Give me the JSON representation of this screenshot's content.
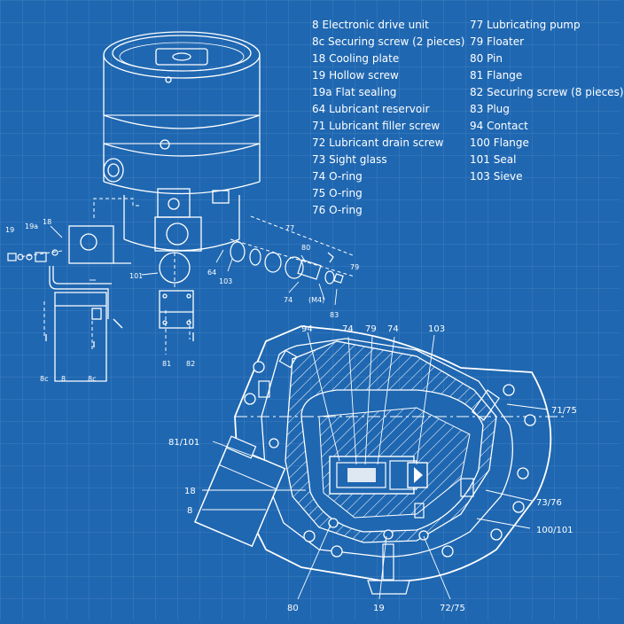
{
  "colors": {
    "background": "#1f67b1",
    "grid": "#3f7fc0",
    "line": "#ffffff"
  },
  "legend": {
    "left": [
      "8 Electronic drive unit",
      "8c Securing screw (2 pieces)",
      "18 Cooling plate",
      "19 Hollow screw",
      "19a Flat sealing",
      "64 Lubricant reservoir",
      "71 Lubricant filler screw",
      "72 Lubricant drain screw",
      "73 Sight glass",
      "74 O-ring",
      "75 O-ring",
      "76 O-ring"
    ],
    "right": [
      "77 Lubricating pump",
      "79 Floater",
      "80 Pin",
      "81 Flange",
      "82 Securing screw (8 pieces)",
      "83 Plug",
      "94 Contact",
      "100 Flange",
      "101 Seal",
      "103 Sieve"
    ]
  },
  "top_callouts": {
    "c19": "19",
    "c19a": "19a",
    "c18": "18",
    "c77": "77",
    "c80": "80",
    "c79": "79",
    "c64": "64",
    "c103": "103",
    "c101": "101",
    "c74": "74",
    "cm4": "(M4)",
    "c83": "83",
    "c8c_left": "8c",
    "c8": "8",
    "c8c_right": "8c",
    "c81": "81",
    "c82": "82"
  },
  "section_callouts": {
    "c94": "94",
    "c74a": "74",
    "c79": "79",
    "c74b": "74",
    "c103": "103",
    "c71_75": "71/75",
    "c81_101": "81/101",
    "c18": "18",
    "c8": "8",
    "c73_76": "73/76",
    "c100_101": "100/101",
    "c80": "80",
    "c19": "19",
    "c72_75": "72/75"
  }
}
